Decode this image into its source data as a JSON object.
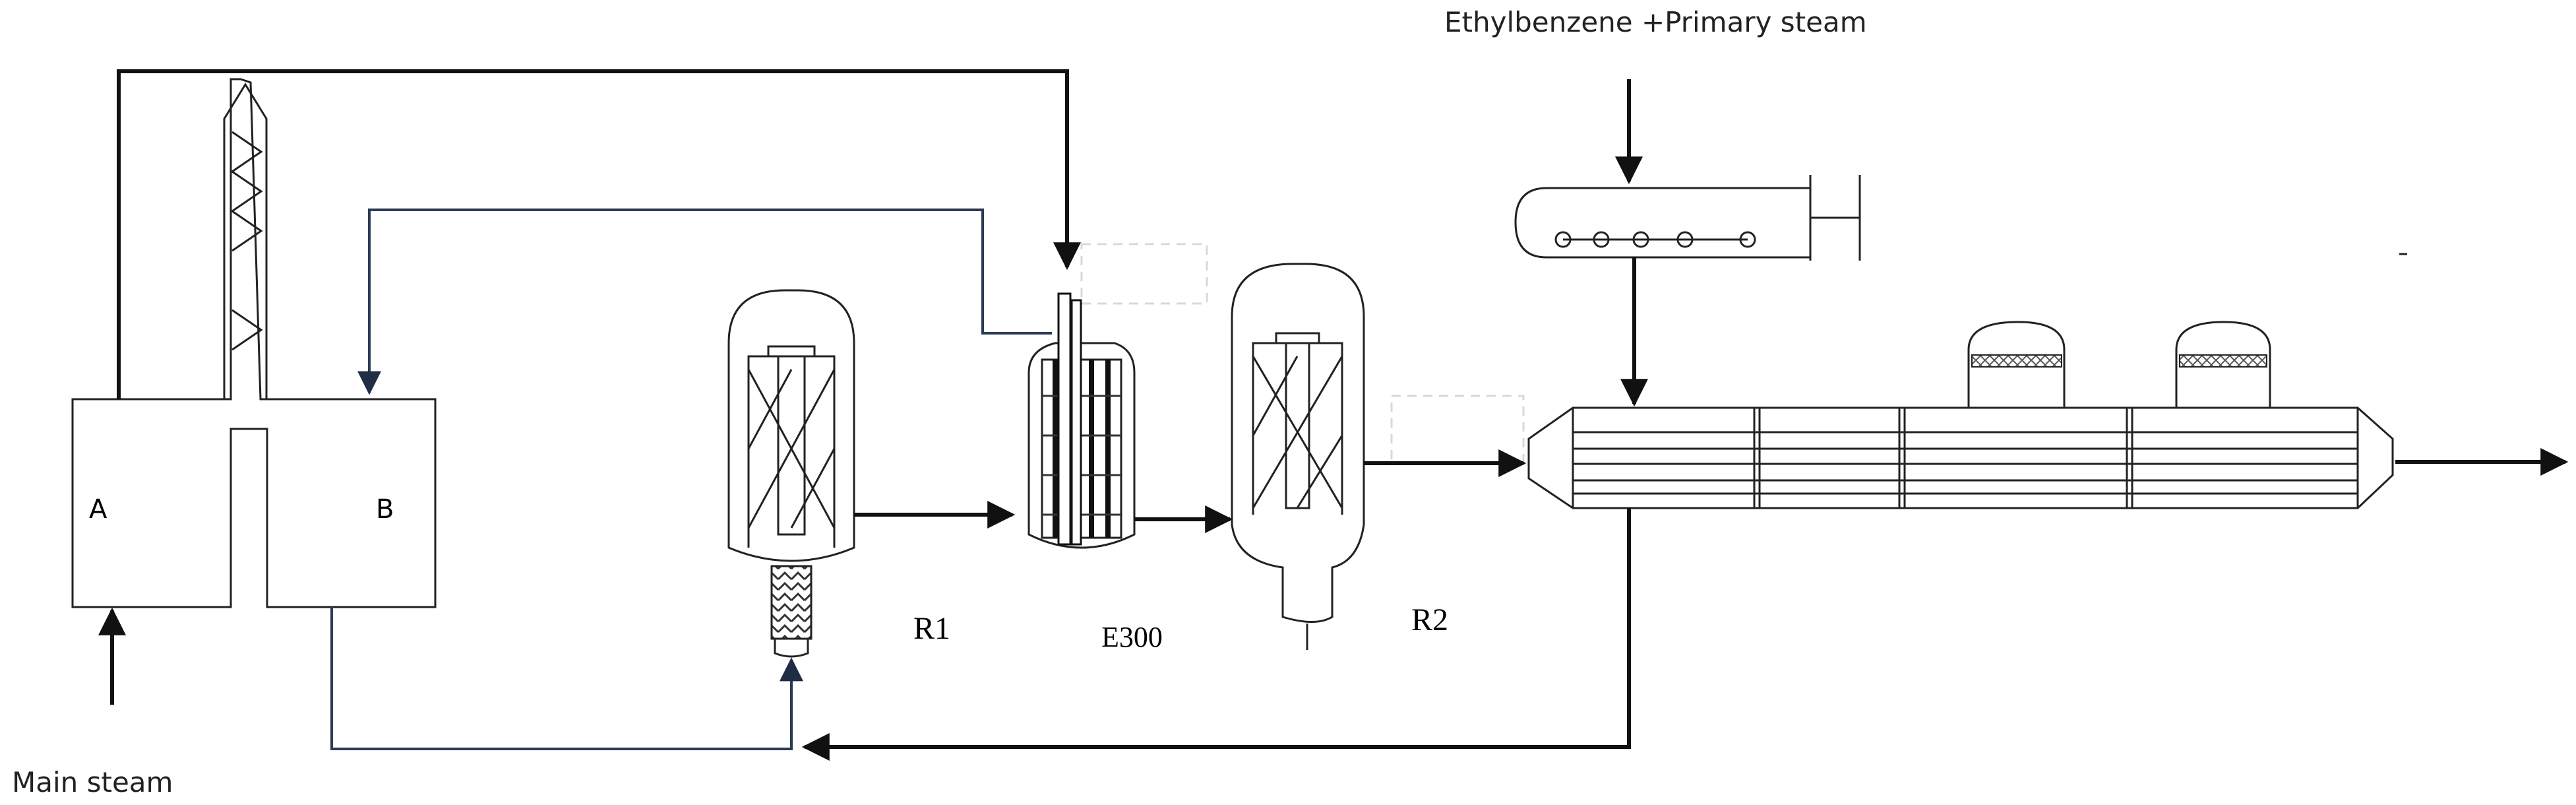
{
  "labels": {
    "main_steam": "Main steam",
    "feed": "Ethylbenzene +Primary steam",
    "furnace_a": "A",
    "furnace_b": "B",
    "reactor_1": "R1",
    "exchanger": "E300",
    "reactor_2": "R2"
  },
  "colors": {
    "line": "#111111",
    "return_line": "#2b3b55",
    "crosshatch": "#555555"
  }
}
